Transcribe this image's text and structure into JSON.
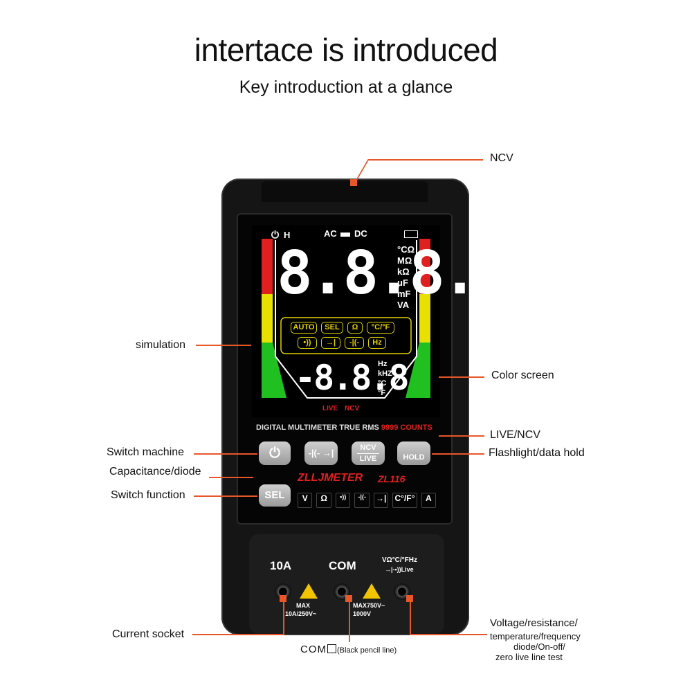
{
  "title": "intertace is introduced",
  "subtitle": "Key introduction at a glance",
  "callouts": {
    "ncv": "NCV",
    "simulation": "simulation",
    "color_screen": "Color screen",
    "live_ncv": "LIVE/NCV",
    "switch_machine": "Switch machine",
    "flashlight": "Flashlight/data hold",
    "capacitance": "Capacitance/diode",
    "switch_function": "Switch function",
    "current_socket": "Current socket",
    "com_prefix": "COM",
    "com_suffix": "(Black pencil line)",
    "voltage": "Voltage/resistance/",
    "voltage_lines": [
      "temperature/frequency",
      "diode/On-off/",
      "zero live line test"
    ]
  },
  "screen": {
    "power_h": "H",
    "ac": "AC",
    "dc": "DC",
    "main_digits": "8.8.8.8",
    "units_main": [
      "°CΩ",
      "MΩ",
      "kΩ",
      "μF",
      "mF",
      "VA"
    ],
    "chips_row1": [
      "AUTO",
      "SEL",
      "Ω",
      "°C/°F"
    ],
    "chips_row2": [
      "•))",
      "→|",
      "-|(-",
      "Hz"
    ],
    "sub_digits": "-8.8.8",
    "units_sub": [
      "Hz",
      "kHZ",
      "°C",
      "°F"
    ],
    "live": "LIVE",
    "ncv": "NCV"
  },
  "model_text": {
    "line_white": "DIGITAL MULTIMETER TRUE RMS",
    "line_red": "9999 COUNTS",
    "brand": "ZLLJMETER",
    "model": "ZL116"
  },
  "buttons": {
    "power_icon": "power-icon",
    "cap_diode": "-|(- →|",
    "ncv_top": "NCV",
    "ncv_bottom": "LIVE",
    "hold": "HOLD",
    "sel": "SEL"
  },
  "modes": [
    "V",
    "Ω",
    "•))",
    "-|(-",
    "→|",
    "C°/F°",
    "A"
  ],
  "ports": {
    "label_10a": "10A",
    "label_com": "COM",
    "label_v_line1": "VΩ°C/°FHz",
    "label_v_line2": "→|-•))Live",
    "max_left_1": "MAX",
    "max_left_2": "10A/250V~",
    "max_right_1": "MAX750V~",
    "max_right_2": "1000V"
  },
  "colors": {
    "accent": "#e8572a",
    "lcd_yellow": "#e8d000",
    "lcd_red": "#e02020"
  }
}
